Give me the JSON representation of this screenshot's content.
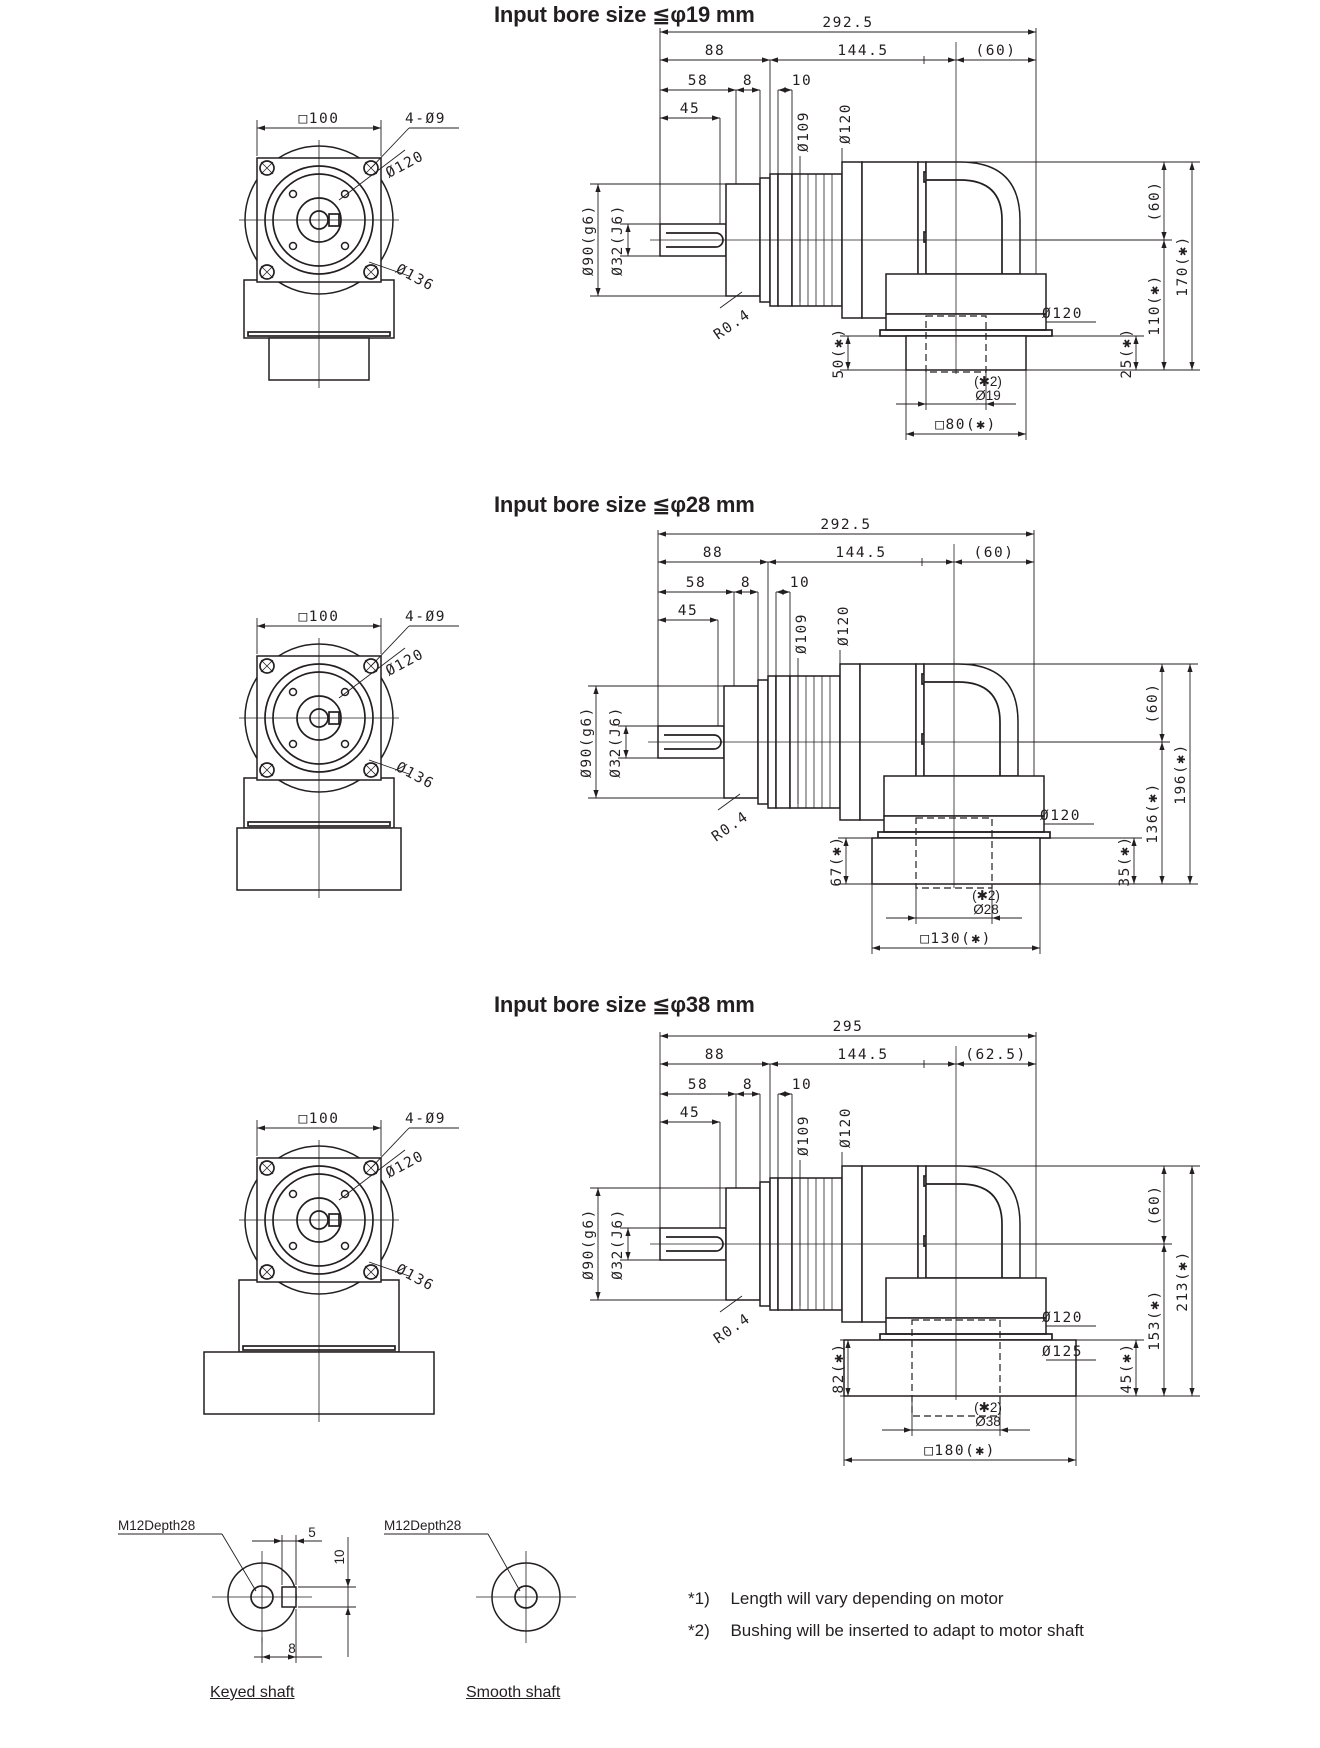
{
  "sections": [
    {
      "title": "Input bore size  ≦φ19 mm",
      "front": {
        "square": "□100",
        "holes": "4-Ø9",
        "pcd": "Ø120",
        "od": "Ø136"
      },
      "side": {
        "total": "292.5",
        "seg_a": "88",
        "seg_b": "144.5",
        "seg_c": "(60)",
        "d58": "58",
        "d8": "8",
        "d10": "10",
        "d45": "45",
        "dia109": "Ø109",
        "dia120": "Ø120",
        "g6": "Ø90(g6)",
        "j6": "Ø32(J6)",
        "r": "R0.4",
        "v60": "(60)",
        "v_total": "170(✱)",
        "v_mid": "110(✱)",
        "v_small": "25(✱)",
        "flange_dia": "Ø120",
        "flange_dia2": "",
        "left_h": "50(✱)",
        "bush_note": "(✱2)",
        "bush_dia": "Ø19",
        "motor_sq": "□80(✱)"
      }
    },
    {
      "title": "Input bore size  ≦φ28 mm",
      "front": {
        "square": "□100",
        "holes": "4-Ø9",
        "pcd": "Ø120",
        "od": "Ø136"
      },
      "side": {
        "total": "292.5",
        "seg_a": "88",
        "seg_b": "144.5",
        "seg_c": "(60)",
        "d58": "58",
        "d8": "8",
        "d10": "10",
        "d45": "45",
        "dia109": "Ø109",
        "dia120": "Ø120",
        "g6": "Ø90(g6)",
        "j6": "Ø32(J6)",
        "r": "R0.4",
        "v60": "(60)",
        "v_total": "196(✱)",
        "v_mid": "136(✱)",
        "v_small": "35(✱)",
        "flange_dia": "Ø120",
        "flange_dia2": "",
        "left_h": "67(✱)",
        "bush_note": "(✱2)",
        "bush_dia": "Ø28",
        "motor_sq": "□130(✱)"
      }
    },
    {
      "title": "Input bore size  ≦φ38 mm",
      "front": {
        "square": "□100",
        "holes": "4-Ø9",
        "pcd": "Ø120",
        "od": "Ø136"
      },
      "side": {
        "total": "295",
        "seg_a": "88",
        "seg_b": "144.5",
        "seg_c": "(62.5)",
        "d58": "58",
        "d8": "8",
        "d10": "10",
        "d45": "45",
        "dia109": "Ø109",
        "dia120": "Ø120",
        "g6": "Ø90(g6)",
        "j6": "Ø32(J6)",
        "r": "R0.4",
        "v60": "(60)",
        "v_total": "213(✱)",
        "v_mid": "153(✱)",
        "v_small": "45(✱)",
        "flange_dia": "Ø120",
        "flange_dia2": "Ø125",
        "left_h": "82(✱)",
        "bush_note": "(✱2)",
        "bush_dia": "Ø38",
        "motor_sq": "□180(✱)"
      }
    }
  ],
  "shafts": {
    "keyed": {
      "thread": "M12Depth28",
      "key_w": "5",
      "key_h": "10",
      "key_d": "8",
      "caption": "Keyed shaft"
    },
    "smooth": {
      "thread": "M12Depth28",
      "caption": "Smooth shaft"
    }
  },
  "notes": [
    {
      "mark": "*1)",
      "text": "Length will vary depending on motor"
    },
    {
      "mark": "*2)",
      "text": "Bushing will be inserted to adapt to motor shaft"
    }
  ]
}
